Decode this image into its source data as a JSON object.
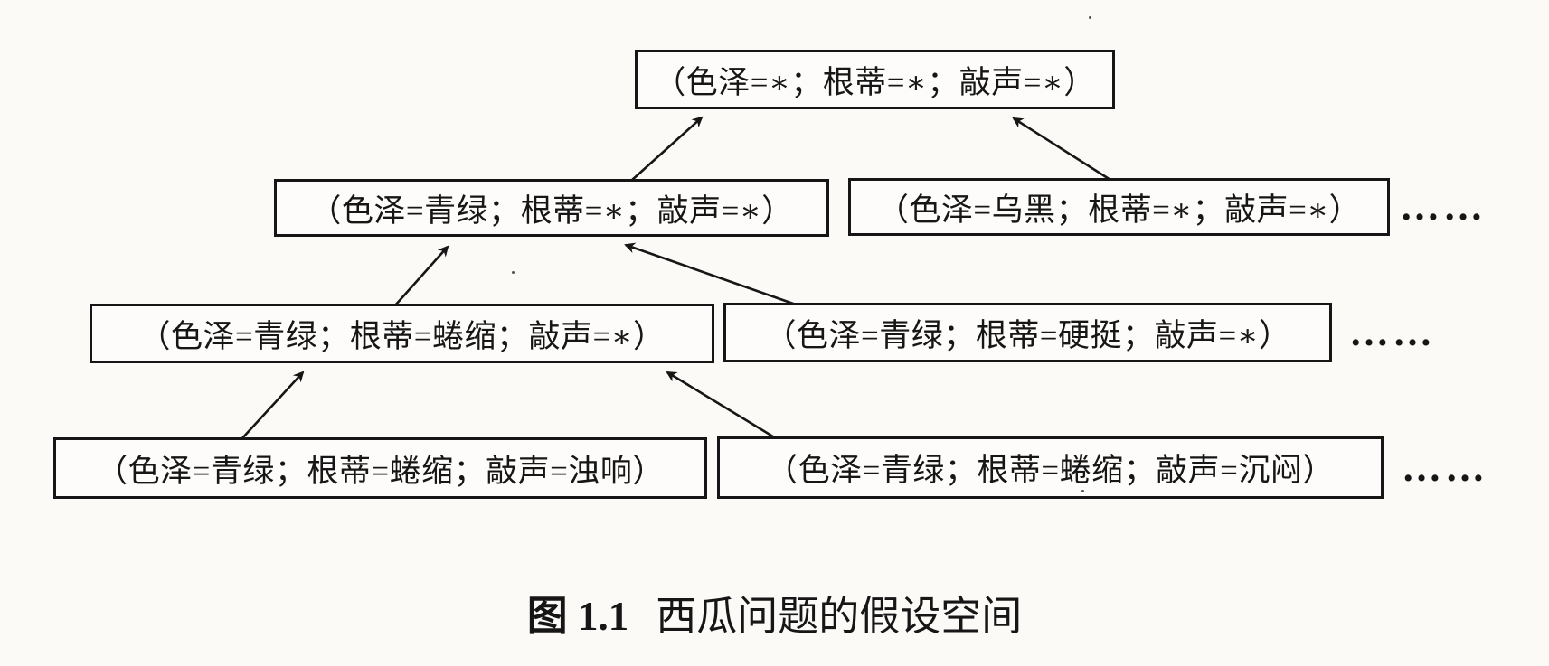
{
  "figure": {
    "caption_label": "图 1.1",
    "caption_title": "西瓜问题的假设空间"
  },
  "ellipsis": "……",
  "nodes": {
    "root": {
      "text": "（色泽=∗；根蒂=∗；敲声=∗）"
    },
    "l2_left": {
      "text": "（色泽=青绿；根蒂=∗；敲声=∗）"
    },
    "l2_right": {
      "text": "（色泽=乌黑；根蒂=∗；敲声=∗）"
    },
    "l3_left": {
      "text": "（色泽=青绿；根蒂=蜷缩；敲声=∗）"
    },
    "l3_right": {
      "text": "（色泽=青绿；根蒂=硬挺；敲声=∗）"
    },
    "l4_left": {
      "text": "（色泽=青绿；根蒂=蜷缩；敲声=浊响）"
    },
    "l4_right": {
      "text": "（色泽=青绿；根蒂=蜷缩；敲声=沉闷）"
    }
  },
  "edges": [
    {
      "from": "l2_left",
      "to": "root"
    },
    {
      "from": "l2_right",
      "to": "root"
    },
    {
      "from": "l3_left",
      "to": "l2_left"
    },
    {
      "from": "l3_right",
      "to": "l2_left"
    },
    {
      "from": "l4_left",
      "to": "l3_left"
    },
    {
      "from": "l4_right",
      "to": "l3_left"
    }
  ],
  "colors": {
    "ink": "#161616",
    "paper": "#fbfaf7"
  }
}
